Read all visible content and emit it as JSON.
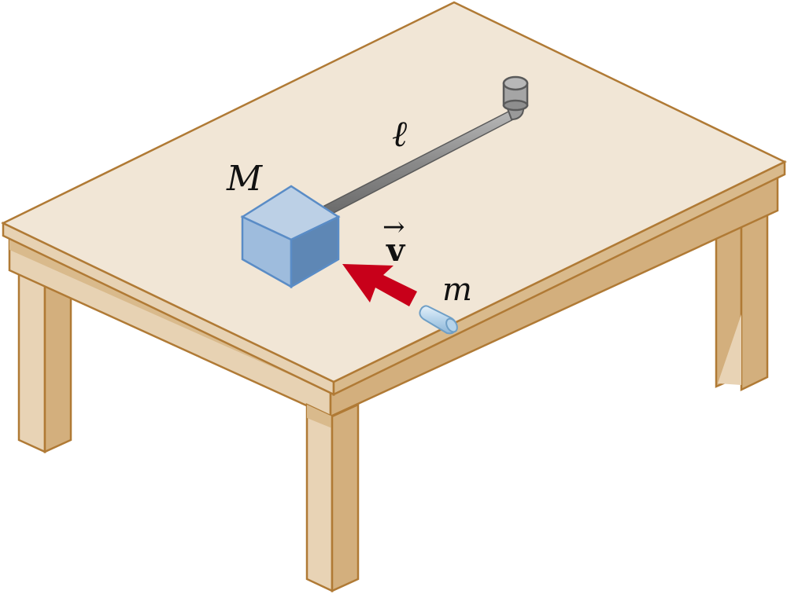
{
  "labels": {
    "block_mass": "M",
    "rod_length": "ℓ",
    "velocity_vector": "v",
    "velocity_arrow": "→",
    "bullet_mass": "m"
  },
  "colors": {
    "table_top": "#F1E6D6",
    "table_edge_light": "#E7D2B3",
    "table_edge_dark": "#D2AE7C",
    "table_outline": "#B07A35",
    "leg_light": "#E8D3B5",
    "leg_dark": "#D3AF7D",
    "block_top": "#BCD0E6",
    "block_left": "#9EBCDD",
    "block_right": "#5E87B5",
    "block_outline": "#5A8CC6",
    "rod": "#8E8E8E",
    "rod_outline": "#5A5A5A",
    "velocity_arrow": "#C8001A",
    "bullet": "#B5D3EA",
    "bullet_outline": "#6F9FC6"
  }
}
